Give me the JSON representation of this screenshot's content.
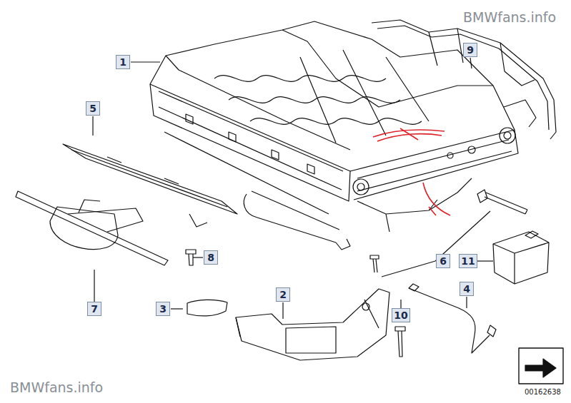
{
  "diagram": {
    "nodes": [
      {
        "text": [
          "1"
        ]
      },
      {
        "text": [
          "9"
        ]
      },
      {
        "text": [
          "5"
        ]
      },
      {
        "text": [
          "8"
        ]
      },
      {
        "text": [
          "6"
        ]
      },
      {
        "text": [
          "11"
        ]
      },
      {
        "text": [
          "2"
        ]
      },
      {
        "text": [
          "4"
        ]
      },
      {
        "text": [
          "7"
        ]
      },
      {
        "text": [
          "3"
        ]
      },
      {
        "text": [
          "10"
        ]
      }
    ],
    "labels": [
      "BMWfans.info",
      "BMWfans.info",
      "00162638"
    ]
  }
}
